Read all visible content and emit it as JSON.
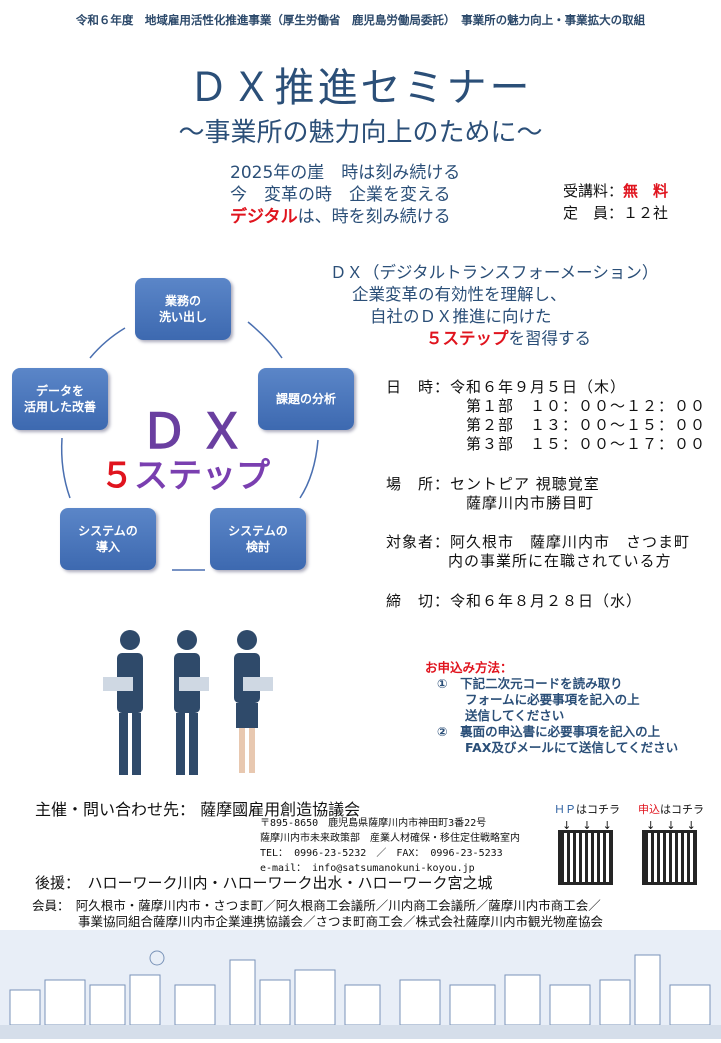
{
  "header": "令和６年度　地域雇用活性化推進事業（厚生労働省　鹿児島労働局委託）　事業所の魅力向上・事業拡大の取組",
  "title": "ＤＸ推進セミナー",
  "subtitle": "～事業所の魅力向上のために～",
  "catch": {
    "line1": "2025年の崖　時は刻み続ける",
    "line2": "今　変革の時　企業を変える",
    "line3_red": "デジタル",
    "line3_rest": "は、時を刻み続ける"
  },
  "fee": {
    "label": "受講料：",
    "value": "無　料",
    "capacity": "定　員：１２社"
  },
  "steps": [
    "業務の\n洗い出し",
    "課題の分析",
    "システムの\n検討",
    "システムの\n導入",
    "データを\n活用した改善"
  ],
  "dx_label": "ＤＸ",
  "steps_num": "５",
  "steps_label": "ステップ",
  "desc": {
    "line1": "ＤＸ（デジタルトランスフォーメーション）",
    "line2": "企業変革の有効性を理解し、",
    "line3": "自社のＤＸ推進に向けた",
    "line4_red": "５ステップ",
    "line4_rest": "を習得する"
  },
  "details": {
    "date_label": "日　時：",
    "date": "令和６年９月５日（木）",
    "parts": [
      "第１部　１０：００～１２：００",
      "第２部　１３：００～１５：００",
      "第３部　１５：００～１７：００"
    ],
    "place_label": "場　所：",
    "place": "セントピア 視聴覚室",
    "place2": "薩摩川内市勝目町",
    "target_label": "対象者：",
    "target": "阿久根市　薩摩川内市　さつま町",
    "target2": "内の事業所に在職されている方",
    "deadline_label": "締　切：",
    "deadline": "令和６年８月２８日（水）"
  },
  "apply": {
    "title": "お申込み方法：",
    "s1": "①　下記二次元コードを読み取り",
    "s1b": "フォームに必要事項を記入の上",
    "s1c": "送信してください",
    "s2": "②　裏面の申込書に必要事項を記入の上",
    "s2b": "FAX及びメールにて送信してください"
  },
  "organizer": {
    "label": "主催・問い合わせ先：",
    "name": "薩摩國雇用創造協議会",
    "addr1": "〒895-8650　鹿児島県薩摩川内市神田町3番22号",
    "addr2": "薩摩川内市未来政策部　産業人材確保・移住定住戦略室内",
    "tel": "TEL： 0996-23-5232　／　FAX： 0996-23-5233",
    "email": "e-mail： info@satsumanokuni-koyou.jp"
  },
  "qr": {
    "hp_a": "ＨＰ",
    "hp_b": "はコチラ",
    "app_a": "申込",
    "app_b": "はコチラ",
    "arrows": "↓　↓　↓"
  },
  "support": "後援：　ハローワーク川内・ハローワーク出水・ハローワーク宮之城",
  "members": {
    "line1": "会員：　阿久根市・薩摩川内市・さつま町／阿久根商工会議所／川内商工会議所／薩摩川内市商工会／",
    "line2": "事業協同組合薩摩川内市企業連携協議会／さつま町商工会／株式会社薩摩川内市観光物産協会"
  }
}
